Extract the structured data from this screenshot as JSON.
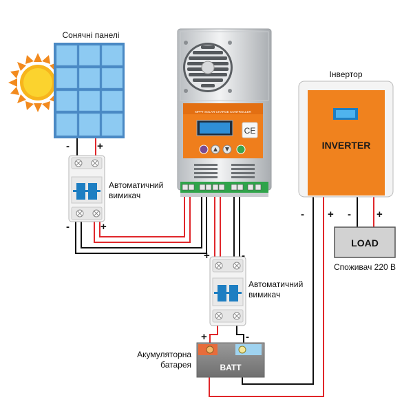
{
  "labels": {
    "solar_panels": "Сонячні панелі",
    "breaker_top_line1": "Автоматичний",
    "breaker_top_line2": "вимикач",
    "breaker_bottom_line1": "Автоматичний",
    "breaker_bottom_line2": "вимикач",
    "inverter_title": "Інвертор",
    "inverter_box_text": "INVERTER",
    "load_box_text": "LOAD",
    "load_caption": "Споживач 220 В",
    "battery_line1": "Акумуляторна",
    "battery_line2": "батарея",
    "battery_box_text": "BATT",
    "controller_label": "MPPT SOLAR CHARGE CONTROLLER",
    "ce_mark": "CE"
  },
  "polarity": {
    "minus": "-",
    "plus": "+"
  },
  "colors": {
    "positive_wire": "#e0262a",
    "negative_wire": "#111111",
    "panel_blue": "#7ec3ef",
    "sun": "#f7b51c",
    "inverter_orange": "#f0821e",
    "controller_orange": "#ef7e1c",
    "lcd_blue": "#2f8fd7"
  }
}
